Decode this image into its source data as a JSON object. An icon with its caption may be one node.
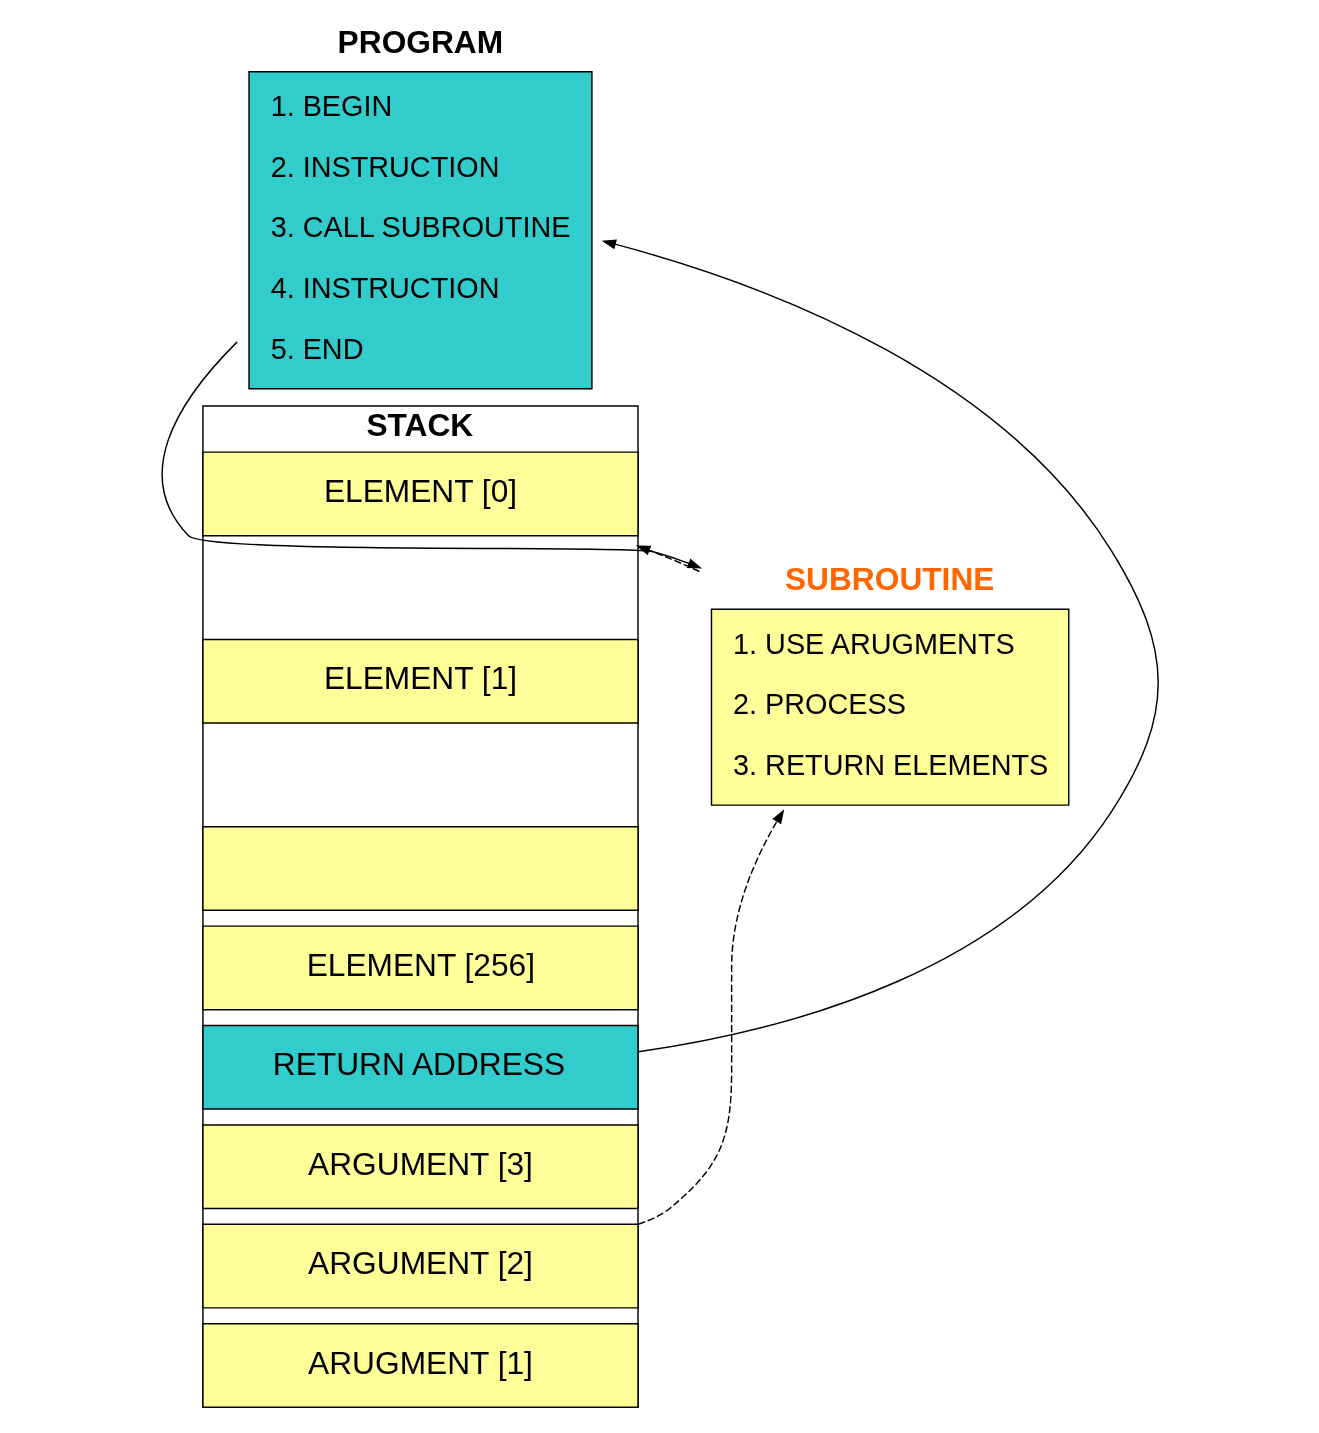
{
  "diagram": {
    "nodes": [
      {
        "text": [
          "PROGRAM",
          "1. BEGIN",
          "2. INSTRUCTION",
          "3. CALL SUBROUTINE",
          "4. INSTRUCTION",
          "5. END"
        ]
      },
      {
        "text": [
          "SUBROUTINE",
          "1. USE ARUGMENTS",
          "2. PROCESS",
          "3. RETURN ELEMENTS"
        ]
      },
      {
        "text": [
          "STACK"
        ]
      },
      {
        "text": [
          "ELEMENT [0]"
        ],
        "in": 2
      },
      {
        "text": [
          "ELEMENT [1]"
        ],
        "in": 2
      },
      {
        "text": [],
        "shape": "box",
        "in": 2
      },
      {
        "text": [
          "ELEMENT [256]"
        ],
        "in": 2
      },
      {
        "text": [
          "RETURN ADDRESS"
        ],
        "in": 2
      },
      {
        "text": [
          "ARGUMENT [3]"
        ],
        "in": 2
      },
      {
        "text": [
          "ARGUMENT [2]"
        ],
        "in": 2
      },
      {
        "text": [
          "ARUGMENT [1]"
        ],
        "in": 2
      }
    ],
    "edges": [
      {
        "from": 0,
        "to": 1,
        "arrow": "to"
      },
      {
        "from": 7,
        "to": 0,
        "arrow": "to"
      },
      {
        "from": 9,
        "to": 1,
        "arrow": "to",
        "style": "dashed"
      },
      {
        "from": 1,
        "to": 2,
        "arrow": "to",
        "style": "dashed"
      }
    ]
  }
}
